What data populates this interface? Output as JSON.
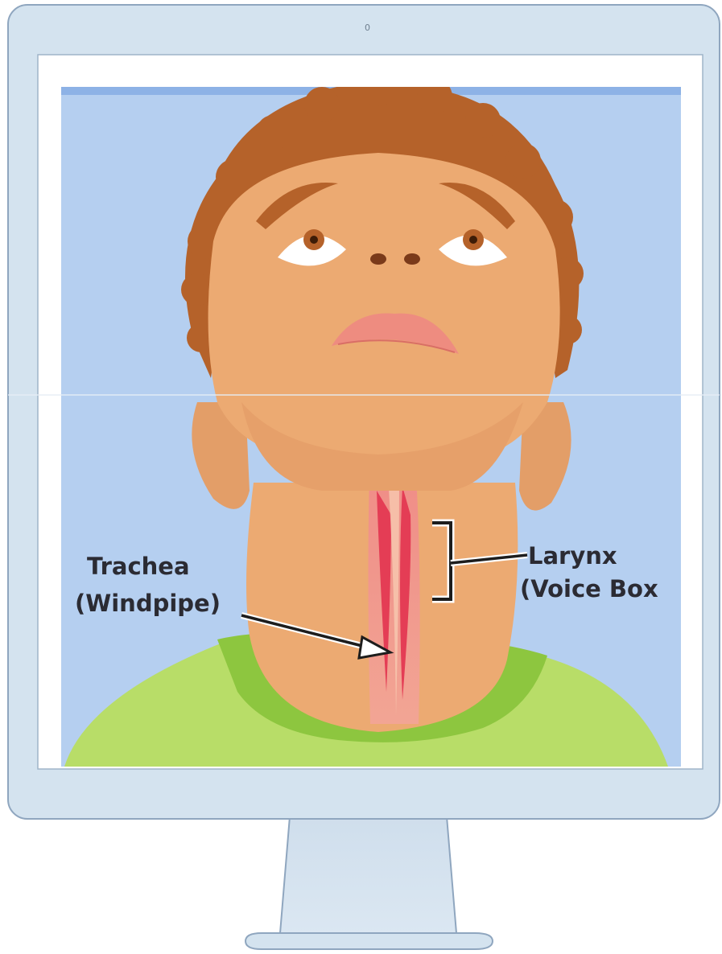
{
  "monitor": {
    "camera_indicator": "0"
  },
  "diagram": {
    "labels": {
      "trachea": "Trachea",
      "trachea_sub": "(Windpipe)",
      "larynx": "Larynx",
      "larynx_sub": "(Voice Box"
    }
  },
  "colors": {
    "bezel": "#d4e3ef",
    "bezel_border": "#8fa6bf",
    "screen_bg": "#b5cff0",
    "skin": "#ecaa72",
    "skin_shadow": "#d8955f",
    "hair": "#b5622a",
    "shirt": "#b8dd68",
    "collar": "#8dc63f",
    "trachea": "#e54a5e",
    "label_text": "#2b2b33"
  }
}
